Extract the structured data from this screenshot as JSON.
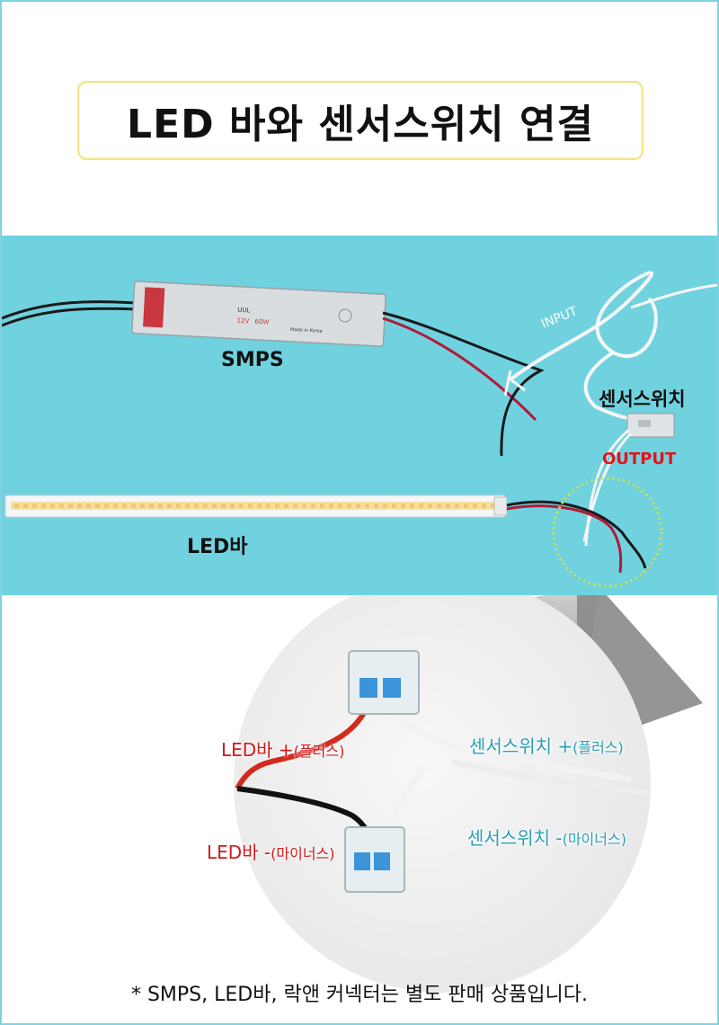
{
  "title": "LED 바와 센서스위치 연결",
  "photo": {
    "smps_label": "SMPS",
    "sensor_label": "센서스위치",
    "input_label": "INPUT",
    "output_label": "OUTPUT",
    "ledbar_label": "LED바",
    "smps_device": {
      "brand": "UUL",
      "rating_v": "12V",
      "rating_w": "60W",
      "made_in": "Made in Korea"
    }
  },
  "zoom": {
    "led_plus": {
      "main": "LED바 +",
      "sub": "(플러스)"
    },
    "led_minus": {
      "main": "LED바 -",
      "sub": "(마이너스)"
    },
    "sensor_plus": {
      "main": "센서스위치 +",
      "sub": "(플러스)"
    },
    "sensor_minus": {
      "main": "센서스위치 -",
      "sub": "(마이너스)"
    }
  },
  "footnote": "* SMPS, LED바, 락앤 커넥터는 별도 판매 상품입니다.",
  "colors": {
    "photo_bg": "#71d2df",
    "red_label": "#d3181c",
    "cyan_label": "#2a9fb6",
    "output_red": "#e3141a",
    "title_border": "#f3e48a"
  }
}
